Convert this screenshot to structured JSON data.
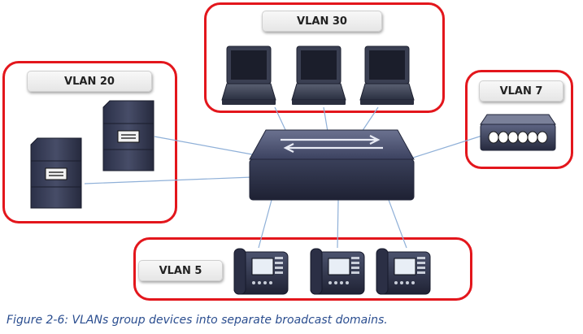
{
  "vlans": {
    "vlan30": {
      "label": "VLAN 30"
    },
    "vlan20": {
      "label": "VLAN 20"
    },
    "vlan7": {
      "label": "VLAN 7"
    },
    "vlan5": {
      "label": "VLAN 5"
    }
  },
  "colors": {
    "border": "#e3161c",
    "link": "#8fb0d8",
    "caption": "#2a4d8f",
    "device_dark": "#2a2f45"
  },
  "caption": "Figure 2-6: VLANs group devices into separate broadcast domains."
}
